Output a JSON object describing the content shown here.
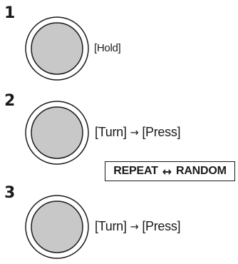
{
  "steps": [
    {
      "number": "1",
      "action": "[Hold]"
    },
    {
      "number": "2",
      "action_first": "[Turn]",
      "arrow": "→",
      "action_second": "[Press]"
    },
    {
      "number": "3",
      "action_first": "[Turn]",
      "arrow": "→",
      "action_second": "[Press]"
    }
  ],
  "mode_toggle": {
    "left": "REPEAT",
    "arrow": "↔",
    "right": "RANDOM"
  },
  "colors": {
    "knob_outer": "#ffffff",
    "knob_inner": "#c8c8c8",
    "stroke": "#1a1a1a"
  },
  "icons": [
    "control-dial-icon"
  ]
}
